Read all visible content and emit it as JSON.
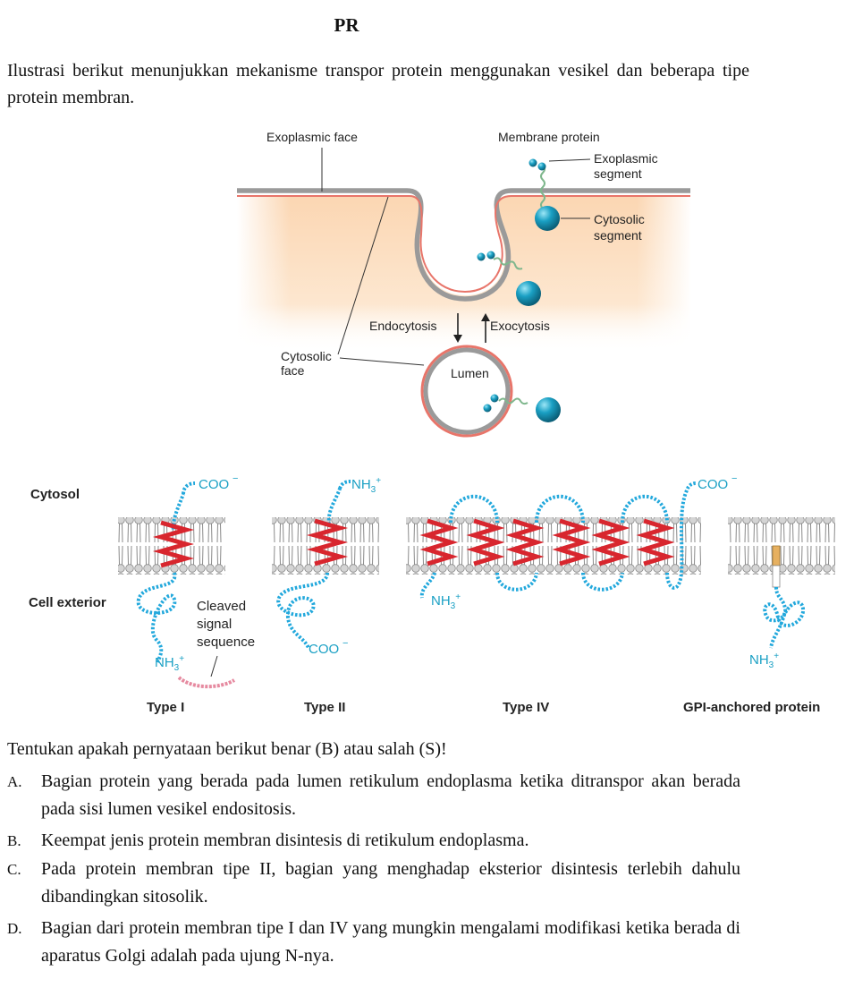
{
  "page_title": "PR",
  "intro": "Ilustrasi berikut menunjukkan mekanisme transpor protein menggunakan vesikel dan beberapa tipe protein membran.",
  "figure_top": {
    "exoplasmic_face": "Exoplasmic face",
    "membrane_protein": "Membrane protein",
    "exoplasmic_segment_1": "Exoplasmic",
    "exoplasmic_segment_2": "segment",
    "cytosolic_segment_1": "Cytosolic",
    "cytosolic_segment_2": "segment",
    "endocytosis": "Endocytosis",
    "exocytosis": "Exocytosis",
    "cytosolic_face_1": "Cytosolic",
    "cytosolic_face_2": "face",
    "lumen": "Lumen"
  },
  "figure_bottom": {
    "cytosol": "Cytosol",
    "cell_exterior": "Cell exterior",
    "coo": "COO",
    "nh3": "NH",
    "sub3": "3",
    "plus": "+",
    "minus": "−",
    "cleaved_1": "Cleaved",
    "cleaved_2": "signal",
    "cleaved_3": "sequence",
    "type1": "Type I",
    "type2": "Type II",
    "type4": "Type IV",
    "gpi": "GPI-anchored protein"
  },
  "question": "Tentukan apakah pernyataan berikut benar (B) atau salah (S)!",
  "options": [
    {
      "letter": "A.",
      "text": "Bagian protein yang berada pada lumen retikulum endoplasma ketika ditranspor akan berada pada sisi lumen vesikel endositosis."
    },
    {
      "letter": "B.",
      "text": "Keempat jenis protein membran disintesis di retikulum endoplasma."
    },
    {
      "letter": "C.",
      "text": "Pada protein membran tipe II, bagian yang menghadap eksterior disintesis terlebih dahulu dibandingkan sitosolik."
    },
    {
      "letter": "D.",
      "text": "Bagian dari protein membran tipe I dan IV yang mungkin mengalami modifikasi ketika berada di aparatus Golgi adalah pada ujung N-nya."
    }
  ],
  "colors": {
    "membrane_gray": "#9a9a9a",
    "cytosol_peach": "#fbdcbc",
    "inner_leaflet_red": "#e8756a",
    "protein_teal": "#1aa0c4",
    "protein_cyan": "#22a8dc",
    "helix_red": "#d8262e",
    "signal_pink": "#e68aa0",
    "gpi_tan": "#e6b060"
  }
}
